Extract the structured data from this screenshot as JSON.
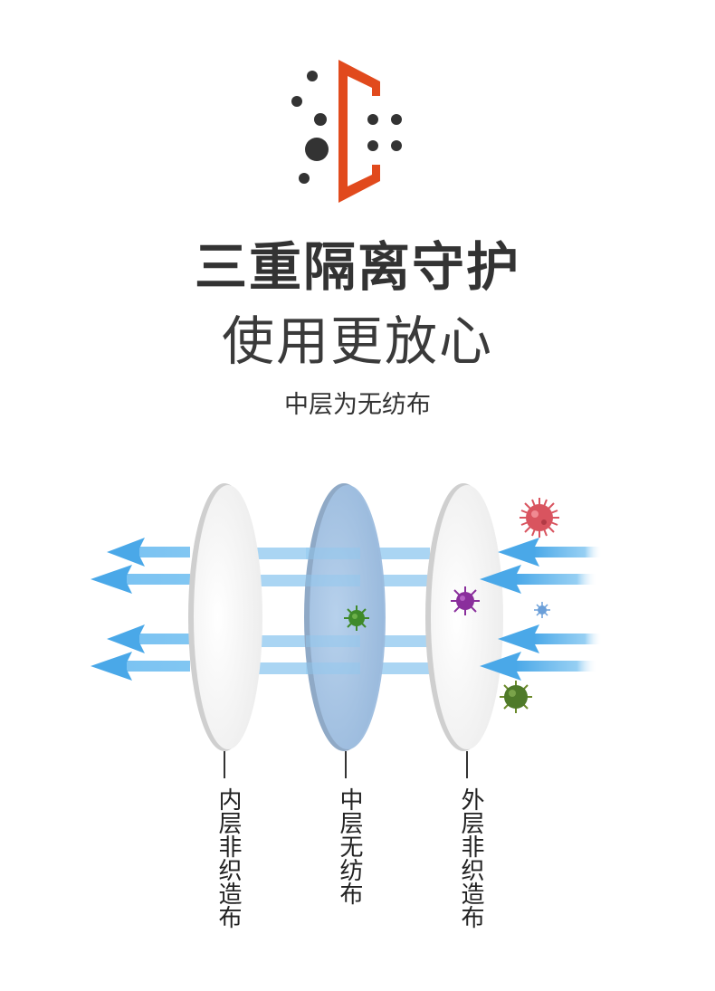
{
  "header": {
    "title_main": "三重隔离守护",
    "title_sub": "使用更放心",
    "caption": "中层为无纺布"
  },
  "layers": [
    {
      "label": "内层非织造布",
      "fill": "#f4f4f4"
    },
    {
      "label": "中层无纺布",
      "fill": "#a9c6e6"
    },
    {
      "label": "外层非织造布",
      "fill": "#f4f4f4"
    }
  ],
  "colors": {
    "accent": "#e14a1d",
    "dots": "#333333",
    "arrow": "#3fa6e6",
    "virus_red": "#d9545f",
    "virus_purple": "#8a2f9c",
    "virus_green": "#4f7a2a",
    "virus_blue": "#6b9fd9"
  },
  "icons": [
    "filter-dots-icon",
    "arrow-icon",
    "virus-icon"
  ]
}
